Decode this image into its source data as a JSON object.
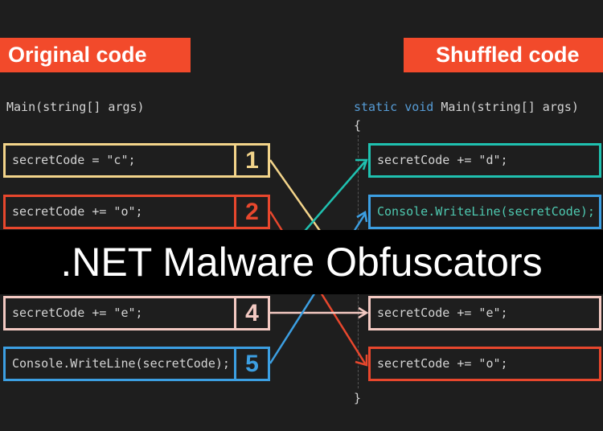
{
  "headers": {
    "left": "Original code",
    "right": "Shuffled code"
  },
  "signature": {
    "left": "Main(string[] args)",
    "right_prefix": "static void ",
    "right": "Main(string[] args)",
    "open_brace": "{",
    "close_brace": "}"
  },
  "original": [
    {
      "num": "1",
      "code": "secretCode = \"c\";",
      "color": "#f3d48a"
    },
    {
      "num": "2",
      "code": "secretCode += \"o\";",
      "color": "#e8472d"
    },
    {
      "num": "4",
      "code": "secretCode += \"e\";",
      "color": "#f3c9c2"
    },
    {
      "num": "5",
      "code": "Console.WriteLine(secretCode);",
      "color": "#3c9fe2"
    }
  ],
  "shuffled": [
    {
      "code": "secretCode += \"d\";",
      "color": "#1fc1b0"
    },
    {
      "code": "Console.WriteLine(secretCode);",
      "color": "#3c9fe2"
    },
    {
      "code": "secretCode += \"e\";",
      "color": "#f3c9c2"
    },
    {
      "code": "secretCode += \"o\";",
      "color": "#e8472d"
    }
  ],
  "title": ".NET Malware Obfuscators"
}
